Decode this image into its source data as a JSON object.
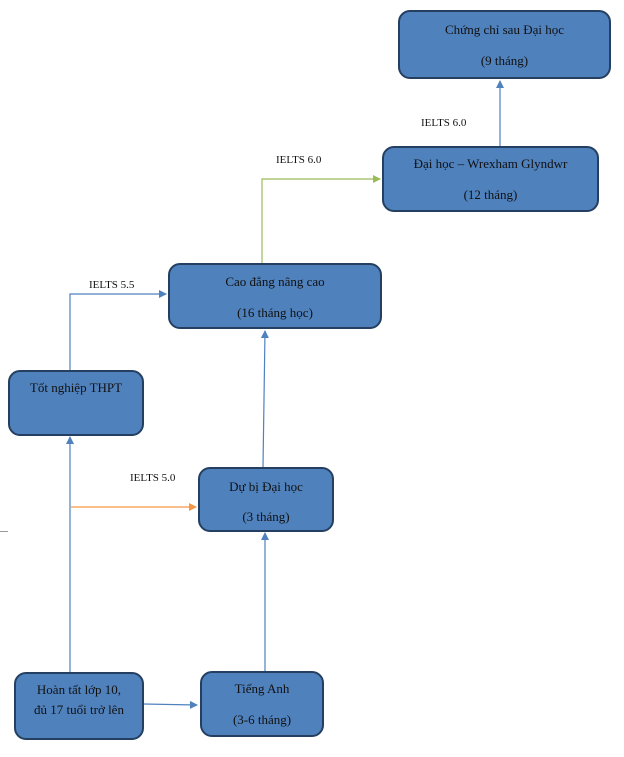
{
  "diagram": {
    "nodes": {
      "postgrad": {
        "line1": "Chứng chỉ sau Đại học",
        "line2": "(9 tháng)"
      },
      "university": {
        "line1": "Đại học – Wrexham Glyndwr",
        "line2": "(12 tháng)"
      },
      "advanced_college": {
        "line1": "Cao đẳng nâng cao",
        "line2": "(16 tháng học)"
      },
      "high_school_grad": {
        "line1": "Tốt nghiệp THPT",
        "line2": ""
      },
      "pre_university": {
        "line1": "Dự bị Đại học",
        "line2": "(3 tháng)"
      },
      "grade10": {
        "line1": "Hoàn tất lớp 10,",
        "line2": "đủ 17 tuổi trở lên"
      },
      "english": {
        "line1": "Tiếng Anh",
        "line2": "(3-6 tháng)"
      }
    },
    "edges": [
      {
        "from": "grade10",
        "to": "english",
        "label": ""
      },
      {
        "from": "grade10",
        "to": "high_school_grad",
        "label": ""
      },
      {
        "from": "grade10",
        "to": "pre_university",
        "label": "IELTS 5.0"
      },
      {
        "from": "english",
        "to": "pre_university",
        "label": ""
      },
      {
        "from": "pre_university",
        "to": "advanced_college",
        "label": ""
      },
      {
        "from": "high_school_grad",
        "to": "advanced_college",
        "label": "IELTS 5.5"
      },
      {
        "from": "advanced_college",
        "to": "university",
        "label": "IELTS 6.0"
      },
      {
        "from": "university",
        "to": "postgrad",
        "label": "IELTS 6.0"
      }
    ],
    "edge_labels": {
      "ielts_50": "IELTS 5.0",
      "ielts_55": "IELTS 5.5",
      "ielts_60_college": "IELTS 6.0",
      "ielts_60_university": "IELTS 6.0"
    },
    "colors": {
      "node_fill": "#4f81bd",
      "node_border": "#243f60",
      "arrow_blue": "#4f81bd",
      "arrow_orange": "#f79646",
      "arrow_green": "#9bbb59"
    }
  }
}
